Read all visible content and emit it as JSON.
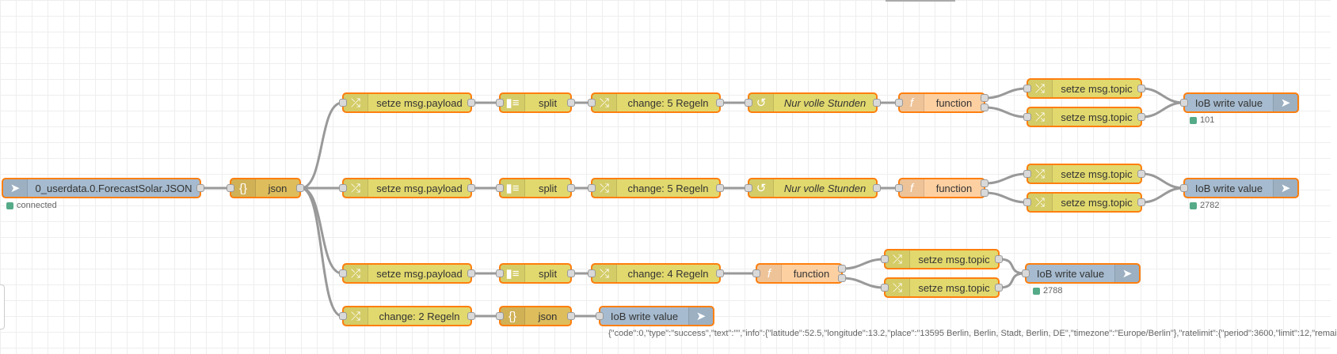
{
  "nodes": {
    "input": {
      "label": "0_userdata.0.ForecastSolar.JSON",
      "status": "connected",
      "icon": "iob-in-icon"
    },
    "json1": {
      "label": "json",
      "icon": "json-icon"
    },
    "r1": {
      "setze": "setze msg.payload",
      "split": "split",
      "change": "change: 5 Regeln",
      "switch": "Nur volle Stunden",
      "func": "function",
      "topic1": "setze msg.topic",
      "topic2": "setze msg.topic",
      "out": "IoB write value",
      "status": "101"
    },
    "r2": {
      "setze": "setze msg.payload",
      "split": "split",
      "change": "change: 5 Regeln",
      "switch": "Nur volle Stunden",
      "func": "function",
      "topic1": "setze msg.topic",
      "topic2": "setze msg.topic",
      "out": "IoB write value",
      "status": "2782"
    },
    "r3": {
      "setze": "setze msg.payload",
      "split": "split",
      "change": "change: 4 Regeln",
      "func": "function",
      "topic1": "setze msg.topic",
      "topic2": "setze msg.topic",
      "out": "IoB write value",
      "status": "2788"
    },
    "r4": {
      "change": "change: 2 Regeln",
      "json": "json",
      "out": "IoB write value",
      "status": "{\"code\":0,\"type\":\"success\",\"text\":\"\",\"info\":{\"latitude\":52.5,\"longitude\":13.2,\"place\":\"13595 Berlin, Berlin, Stadt, Berlin, DE\",\"timezone\":\"Europe/Berlin\"},\"ratelimit\":{\"period\":3600,\"limit\":12,\"remai"
    }
  },
  "colors": {
    "change": "#e2d96e",
    "json": "#debd5c",
    "function": "#fdd0a2",
    "iob": "#a6bbcf",
    "border": "#ff7f0e",
    "wire": "#999999",
    "status": "#55aa88"
  }
}
